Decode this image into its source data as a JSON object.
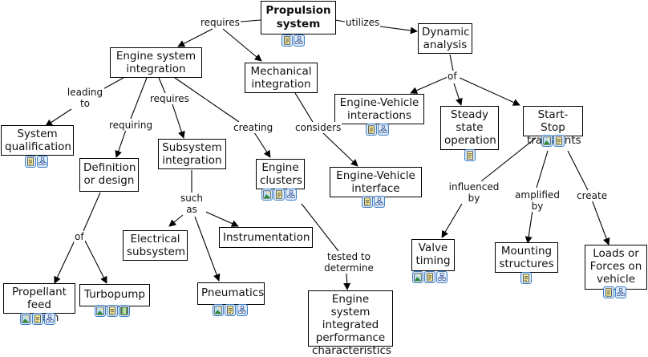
{
  "title": "Propulsion system concept map",
  "nodes": {
    "propulsion": {
      "text": "Propulsion system",
      "icons": [
        "document-icon",
        "concept-map-icon"
      ]
    },
    "engine_integration": {
      "text": "Engine system integration",
      "icons": []
    },
    "mechanical": {
      "text": "Mechanical integration",
      "icons": []
    },
    "dynamic": {
      "text": "Dynamic analysis",
      "icons": []
    },
    "qualification": {
      "text": "System qualification",
      "icons": [
        "document-icon",
        "concept-map-icon"
      ]
    },
    "definition": {
      "text": "Definition or design",
      "icons": []
    },
    "subsystem": {
      "text": "Subsystem integration",
      "icons": []
    },
    "clusters": {
      "text": "Engine clusters",
      "icons": [
        "image-icon",
        "document-icon",
        "concept-map-icon"
      ]
    },
    "ev_interface": {
      "text": "Engine-Vehicle interface",
      "icons": [
        "document-icon",
        "concept-map-icon"
      ]
    },
    "ev_interactions": {
      "text": "Engine-Vehicle interactions",
      "icons": [
        "document-icon",
        "concept-map-icon"
      ]
    },
    "steady": {
      "text": "Steady state operation",
      "icons": [
        "document-icon"
      ]
    },
    "startstop": {
      "text": "Start-Stop transients",
      "icons": [
        "image-icon",
        "document-icon"
      ]
    },
    "electrical": {
      "text": "Electrical subsystem",
      "icons": []
    },
    "instrumentation": {
      "text": "Instrumentation",
      "icons": []
    },
    "propellant": {
      "text": "Propellant feed system",
      "icons": [
        "image-icon",
        "document-icon",
        "concept-map-icon"
      ]
    },
    "turbopump": {
      "text": "Turbopump",
      "icons": [
        "image-icon",
        "document-icon",
        "video-icon"
      ]
    },
    "pneumatics": {
      "text": "Pneumatics",
      "icons": [
        "image-icon",
        "document-icon",
        "concept-map-icon"
      ]
    },
    "performance": {
      "text": "Engine system integrated performance characteristics",
      "icons": []
    },
    "valve": {
      "text": "Valve timing",
      "icons": [
        "image-icon",
        "document-icon",
        "concept-map-icon"
      ]
    },
    "mounting": {
      "text": "Mounting structures",
      "icons": [
        "document-icon"
      ]
    },
    "loads": {
      "text": "Loads or Forces on vehicle",
      "icons": [
        "document-icon",
        "concept-map-icon"
      ]
    }
  },
  "links": {
    "requires_top": "requires",
    "utilizes": "utilizes",
    "leading_to": "leading to",
    "requiring": "requiring",
    "requires_sub": "requires",
    "creating": "creating",
    "considers": "considers",
    "of_dynamic": "of",
    "such_as": "such as",
    "of_definition": "of",
    "tested_to_determine": "tested to determine",
    "influenced_by": "influenced by",
    "amplified_by": "amplified by",
    "create": "create"
  }
}
